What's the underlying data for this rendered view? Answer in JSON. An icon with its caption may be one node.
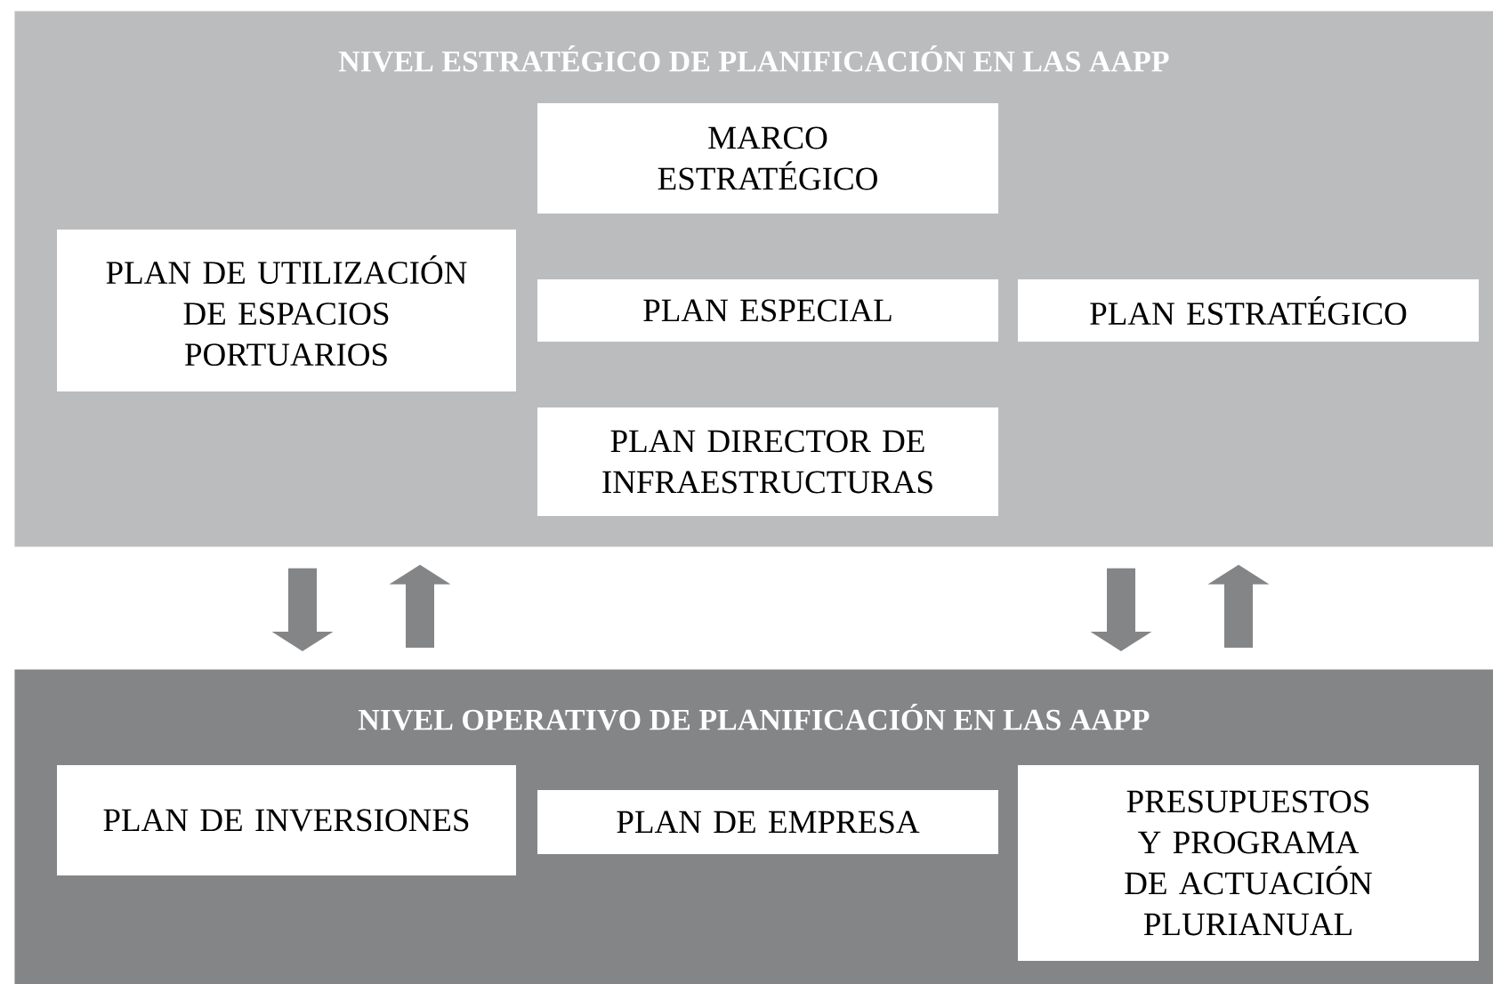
{
  "diagram": {
    "nodes": [
      {
        "text": [
          "NIVEL ESTRATÉGICO DE PLANIFICACIÓN EN LAS AAPP"
        ]
      },
      {
        "text": [
          "MARCO ESTRATÉGICO"
        ],
        "in": 0
      },
      {
        "text": [
          "PLAN DE UTILIZACIÓN DE ESPACIOS PORTUARIOS"
        ],
        "in": 0
      },
      {
        "text": [
          "PLAN ESPECIAL"
        ],
        "in": 0
      },
      {
        "text": [
          "PLAN ESTRATÉGICO"
        ],
        "in": 0
      },
      {
        "text": [
          "PLAN DIRECTOR DE INFRAESTRUCTURAS"
        ],
        "in": 0
      },
      {
        "text": [
          "NIVEL OPERATIVO DE PLANIFICACIÓN EN LAS AAPP"
        ]
      },
      {
        "text": [
          "PLAN DE INVERSIONES"
        ],
        "in": 6
      },
      {
        "text": [
          "PLAN DE EMPRESA"
        ],
        "in": 6
      },
      {
        "text": [
          "PRESUPUESTOS Y PROGRAMA DE ACTUACIÓN PLURIANUAL"
        ],
        "in": 6
      }
    ],
    "edges": [
      {
        "from": 0,
        "to": 6,
        "arrow": "to"
      },
      {
        "from": 6,
        "to": 0,
        "arrow": "to"
      },
      {
        "from": 0,
        "to": 6,
        "arrow": "to"
      },
      {
        "from": 6,
        "to": 0,
        "arrow": "to"
      }
    ]
  }
}
